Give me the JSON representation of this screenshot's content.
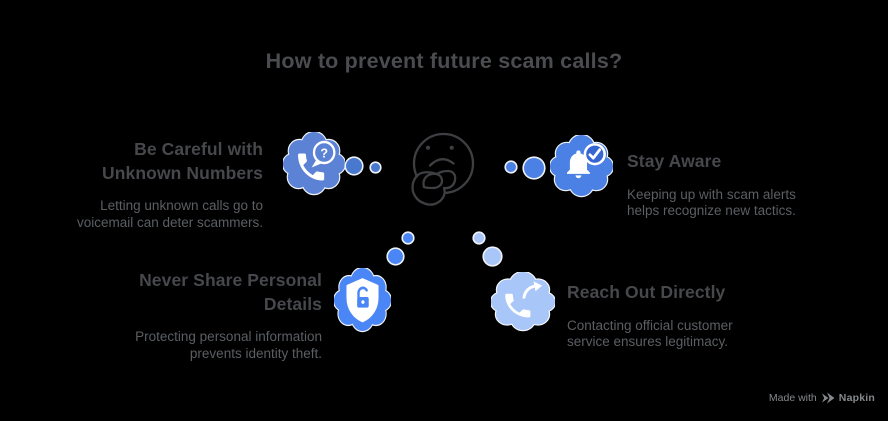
{
  "title": "How to prevent future scam calls?",
  "center": {
    "icon": "thinking-face-icon"
  },
  "sections": [
    {
      "id": "unknown-numbers",
      "heading_line1": "Be Careful with",
      "heading_line2": "Unknown Numbers",
      "body_line1": "Letting unknown calls go to",
      "body_line2": "voicemail can deter scammers.",
      "icon": "phone-question-icon",
      "cloud_color": "#5b82d4"
    },
    {
      "id": "stay-aware",
      "heading_line1": "Stay Aware",
      "body_line1": "Keeping up with scam alerts",
      "body_line2": "helps recognize new tactics.",
      "icon": "bell-check-icon",
      "cloud_color": "#4b80e4"
    },
    {
      "id": "never-share-details",
      "heading_line1": "Never Share Personal",
      "heading_line2": "Details",
      "body_line1": "Protecting personal information",
      "body_line2": "prevents identity theft.",
      "icon": "shield-lock-icon",
      "cloud_color": "#4a86f6"
    },
    {
      "id": "reach-out-directly",
      "heading_line1": "Reach Out Directly",
      "body_line1": "Contacting official customer",
      "body_line2": "service ensures legitimacy.",
      "icon": "phone-outgoing-icon",
      "cloud_color": "#a9c6f9"
    }
  ],
  "watermark": {
    "prefix": "Made with",
    "brand": "Napkin",
    "logo": "napkin-logo-icon"
  },
  "colors": {
    "background": "#000000",
    "title_text": "#4a4c4f",
    "heading_text": "#46484c",
    "body_text": "#5b5f63",
    "watermark_text": "#86898c",
    "face_outline": "#3d3f42",
    "cloud1": "#5b82d4",
    "cloud2": "#4b80e4",
    "cloud3": "#4a86f6",
    "cloud4": "#a9c6f9",
    "dot_left": "#4879cf",
    "dot_right": "#4b80e4",
    "dot_bottom_left": "#4a86f6",
    "dot_bottom_right": "#a9c6f9",
    "check_badge_fill": "#3566d2",
    "lock_glyph": "#4a86f6",
    "glyph_white": "#ffffff"
  }
}
